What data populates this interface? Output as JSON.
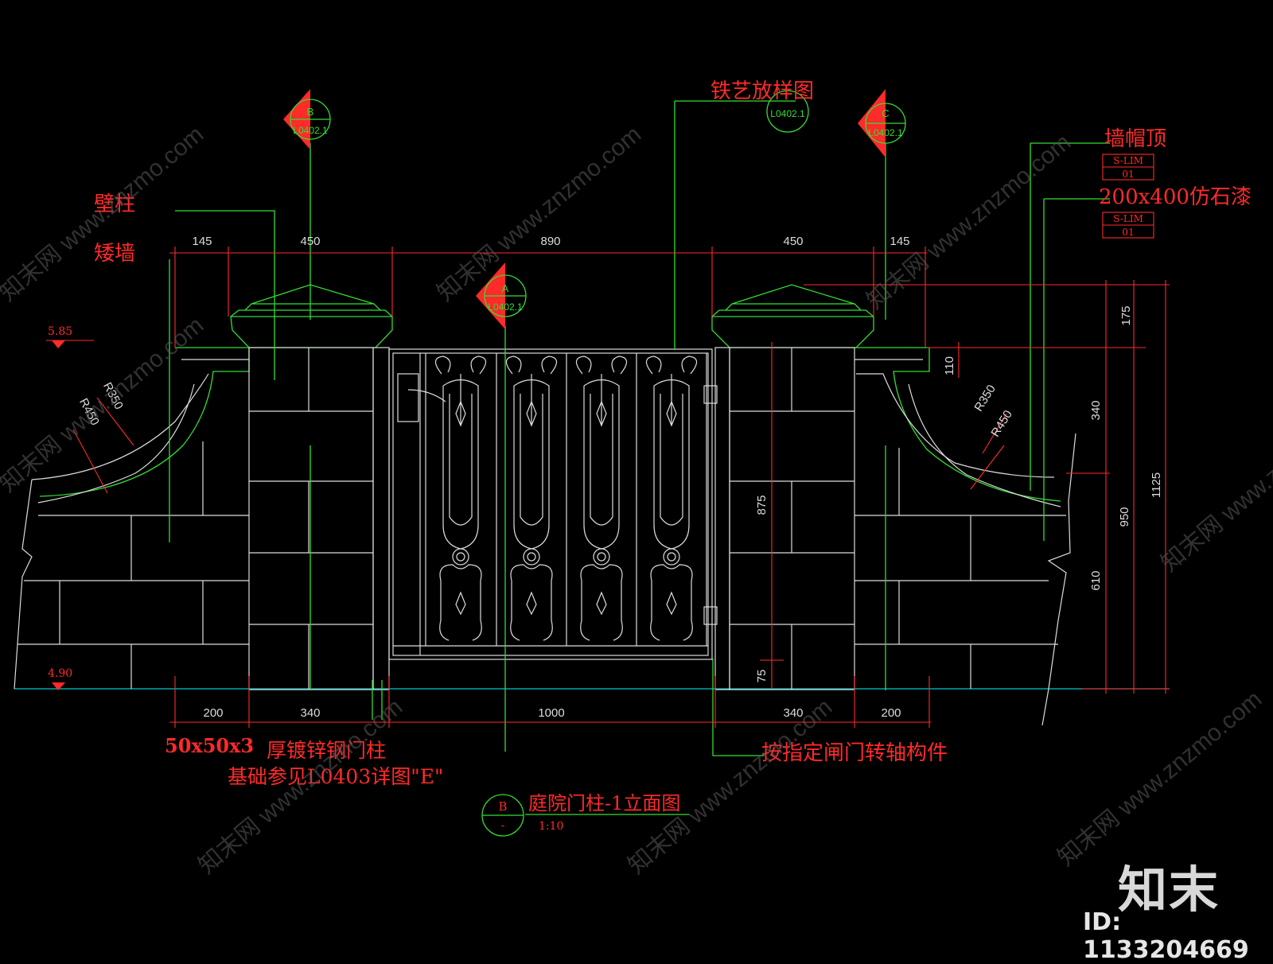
{
  "callouts": {
    "b_letter": "B",
    "b_sheet": "L0402.1",
    "a_letter": "A",
    "a_sheet": "L0402.1",
    "c_letter": "C",
    "c_sheet": "L0402.1",
    "top_sheet": "L0402.1"
  },
  "labels": {
    "pier": "壁柱",
    "low_wall": "矮墙",
    "iron_detail": "铁艺放样图",
    "wall_cap_top": "墙帽顶",
    "tag_a_top": "S-LIM",
    "tag_a_bottom": "01",
    "stone_paint": "200x400仿石漆",
    "tag_b_top": "S-LIM",
    "tag_b_bottom": "01",
    "post_size": "50x50x3",
    "galv_post": "厚镀锌钢门柱",
    "foundation": "基础参见L0403详图\"E\"",
    "pivot": "按指定闸门转轴构件"
  },
  "levels": {
    "top": "5.85",
    "bottom": "4.90"
  },
  "dimensions": {
    "top": [
      "145",
      "450",
      "890",
      "450",
      "145"
    ],
    "bottom": [
      "200",
      "340",
      "1000",
      "340",
      "200"
    ],
    "right_a": [
      "175",
      "110",
      "340",
      "610"
    ],
    "right_b": [
      "950",
      "1125"
    ],
    "gate_right": [
      "875",
      "75"
    ],
    "radii_left": [
      "R350",
      "R450"
    ],
    "radii_right": [
      "R350",
      "R450"
    ]
  },
  "title": {
    "letter": "B",
    "sub": "-",
    "name": "庭院门柱-1立面图",
    "scale": "1:10"
  },
  "watermark": {
    "logo": "知末",
    "id": "ID: 1133204669",
    "site": "www.znzmo.com",
    "brand": "知末网"
  },
  "colors": {
    "background": "#000000",
    "line": "#ffffff",
    "green": "#33dd33",
    "red": "#ff2a2a",
    "cyan": "#00c8c8"
  }
}
